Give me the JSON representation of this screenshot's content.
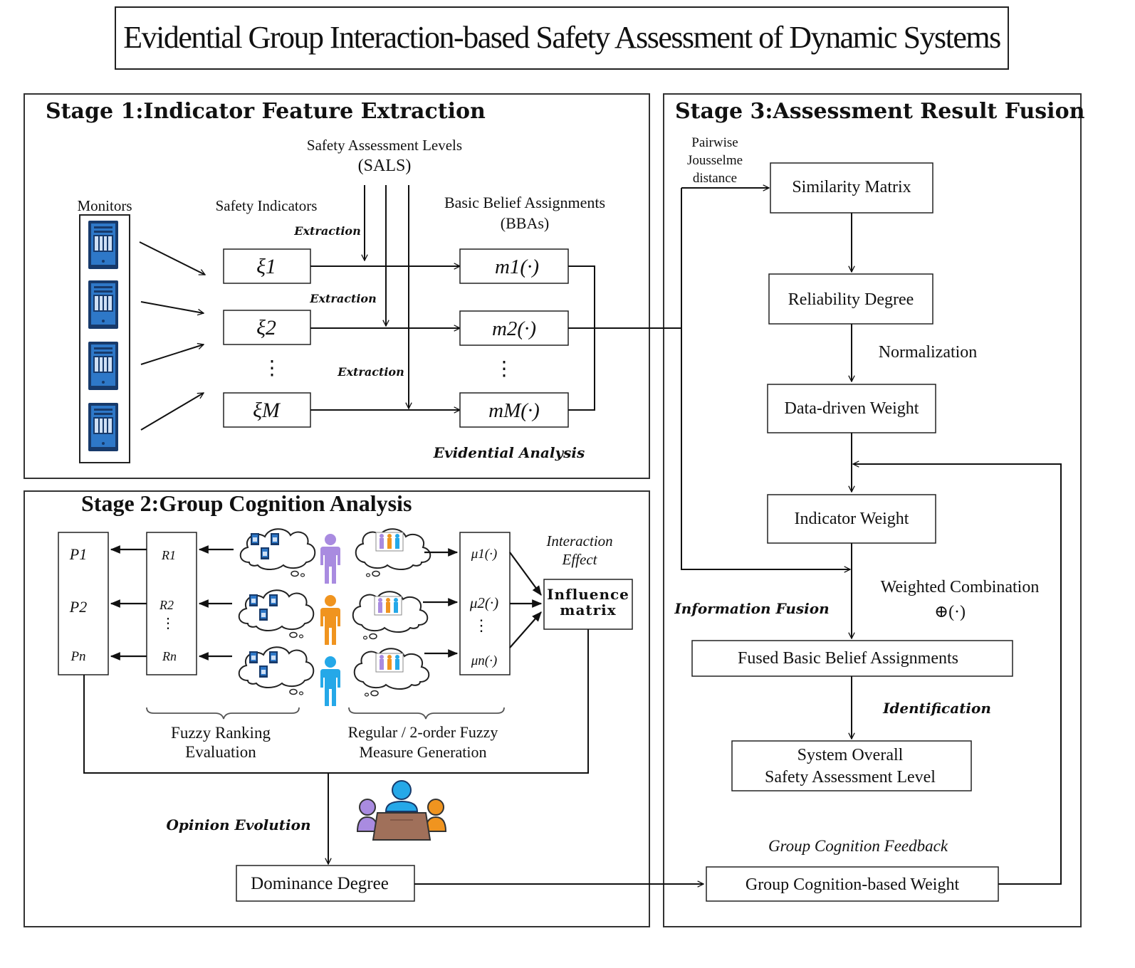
{
  "title": "Evidential Group Interaction-based Safety Assessment of Dynamic Systems",
  "stage1": {
    "title": "Stage 1:Indicator Feature Extraction",
    "sals_line1": "Safety Assessment Levels",
    "sals_line2": "(SALS)",
    "monitors_label": "Monitors",
    "indicators_label": "Safety Indicators",
    "bba_line1": "Basic Belief Assignments",
    "bba_line2": "(BBAs)",
    "extraction_1": "Extraction",
    "extraction_2": "Extraction",
    "extraction_3": "Extraction",
    "xi_1": "ξ1",
    "xi_2": "ξ2",
    "xi_M": "ξM",
    "vdots": "⋮",
    "m_1": "m1(·)",
    "m_2": "m2(·)",
    "m_M": "mM(·)",
    "evidential_analysis": "Evidential Analysis"
  },
  "stage2": {
    "title": "Stage 2:Group Cognition Analysis",
    "p_1": "P1",
    "p_2": "P2",
    "p_n": "Pn",
    "r_1": "R1",
    "r_2": "R2",
    "r_n": "Rn",
    "mu_1": "μ1(·)",
    "mu_2": "μ2(·)",
    "mu_n": "μn(·)",
    "vdots": "⋮",
    "interaction_line1": "Interaction",
    "interaction_line2": "Effect",
    "influence_line1": "Influence",
    "influence_line2": "matrix",
    "fuzzy_ranking_line1": "Fuzzy Ranking",
    "fuzzy_ranking_line2": "Evaluation",
    "fuzzy_measure_line1": "Regular / 2-order Fuzzy",
    "fuzzy_measure_line2": "Measure Generation",
    "opinion_evolution": "Opinion Evolution",
    "dominance_degree": "Dominance Degree"
  },
  "stage3": {
    "title": "Stage 3:Assessment Result Fusion",
    "pairwise_line1": "Pairwise",
    "pairwise_line2": "Jousselme",
    "pairwise_line3": "distance",
    "similarity_matrix": "Similarity Matrix",
    "reliability_degree": "Reliability Degree",
    "normalization": "Normalization",
    "data_driven_weight": "Data-driven Weight",
    "indicator_weight": "Indicator Weight",
    "weighted_combination": "Weighted Combination",
    "combination_operator": "⊕(·)",
    "information_fusion": "Information Fusion",
    "fused_bba": "Fused Basic Belief Assignments",
    "identification": "Identification",
    "overall_line1": "System Overall",
    "overall_line2": "Safety Assessment Level",
    "feedback": "Group Cognition Feedback",
    "group_weight": "Group Cognition-based Weight"
  },
  "colors": {
    "monitor_blue": "#2e78c8",
    "monitor_dark": "#173a6b",
    "person_purple": "#a98be0",
    "person_orange": "#f0941f",
    "person_blue": "#25a8e8",
    "table_brown": "#a0705a"
  },
  "icons": [
    "monitor-icon",
    "thought-cloud-icon",
    "person-icon",
    "meeting-table-icon"
  ]
}
